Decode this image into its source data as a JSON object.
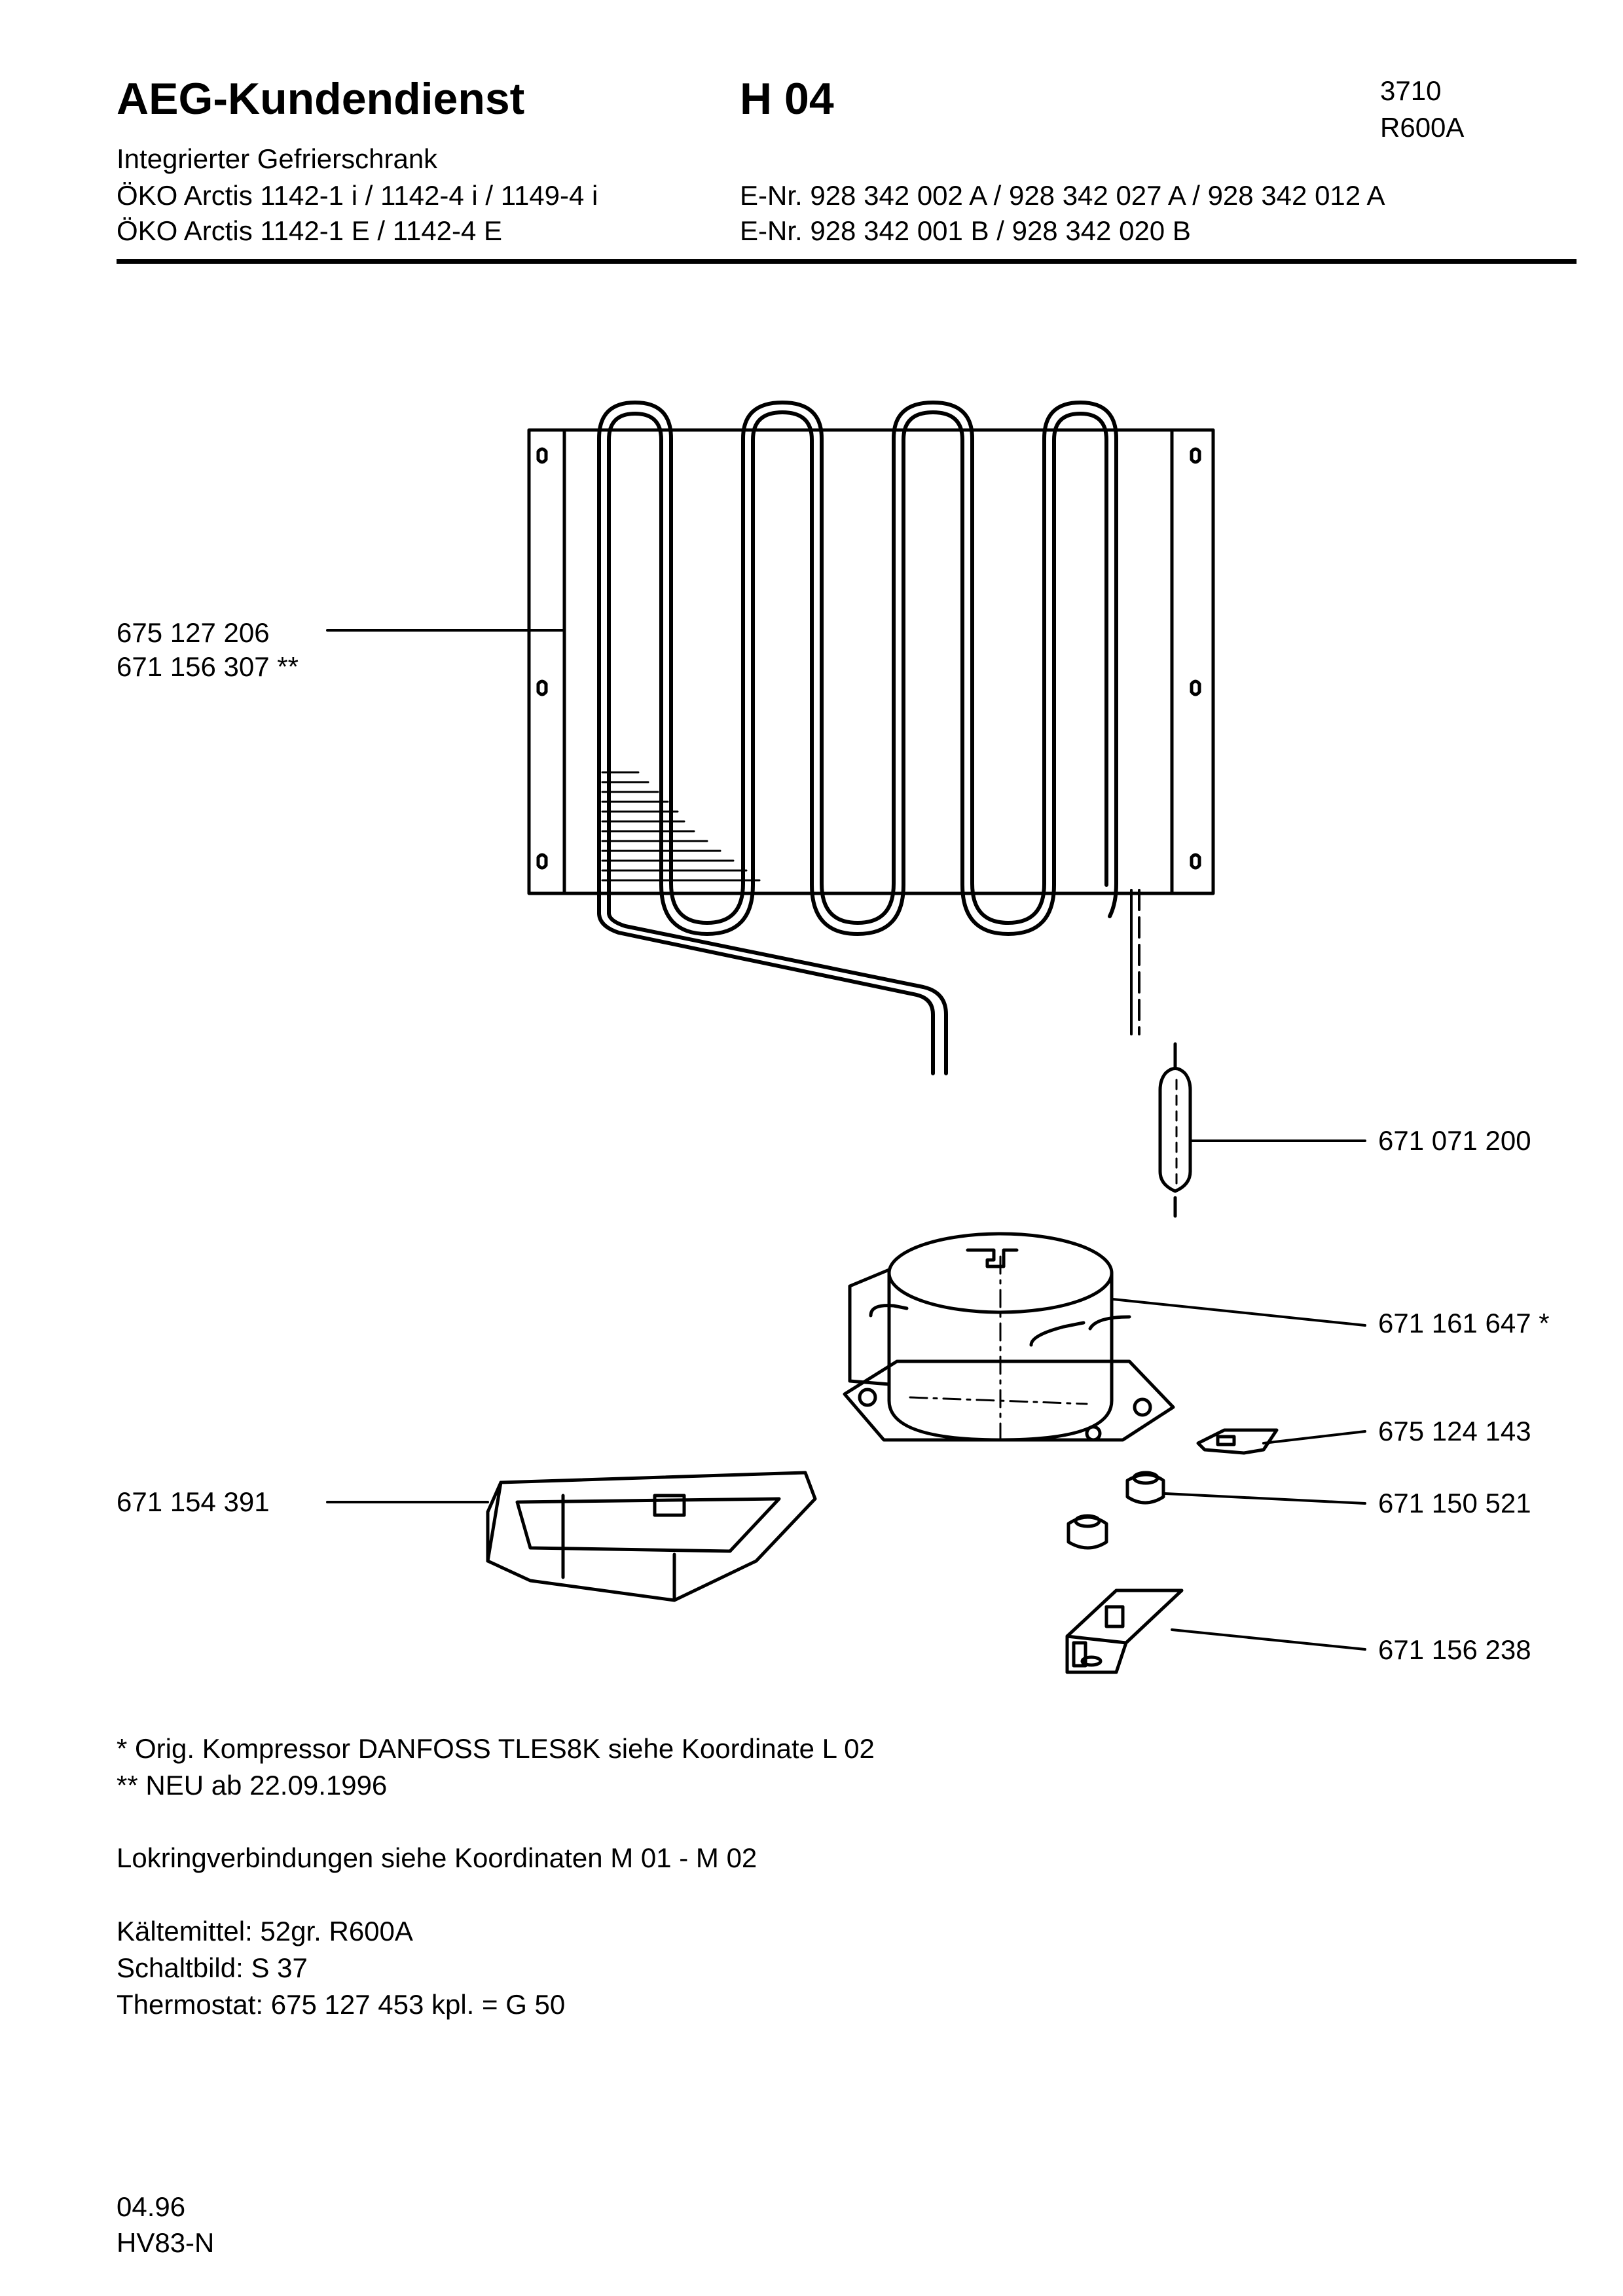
{
  "header": {
    "brand": "AEG-Kundendienst",
    "code": "H 04",
    "ref_number": "3710",
    "refrigerant": "R600A",
    "product_type": "Integrierter Gefrierschrank",
    "models_line1": "ÖKO Arctis 1142-1 i / 1142-4 i / 1149-4 i",
    "models_line2": "ÖKO Arctis 1142-1 E / 1142-4 E",
    "enr_line1": "E-Nr. 928 342 002  A / 928 342 027 A / 928 342 012 A",
    "enr_line2": "E-Nr. 928 342 001  B / 928 342 020 B"
  },
  "parts": {
    "evaporator_a": "675 127 206",
    "evaporator_b": "671 156 307 **",
    "dryer": "671 071 200",
    "compressor": "671 161 647 *",
    "clip": "675 124 143",
    "grommet": "671 150 521",
    "tray": "671 154 391",
    "bracket": "671 156 238"
  },
  "notes": {
    "note1": "*  Orig. Kompressor DANFOSS TLES8K siehe Koordinate L 02",
    "note2": "** NEU  ab 22.09.1996",
    "note3": "Lokringverbindungen siehe Koordinaten M 01 - M 02",
    "refrigerant_spec": "Kältemittel: 52gr. R600A",
    "circuit": "Schaltbild: S 37",
    "thermostat": "Thermostat: 675 127 453 kpl. = G 50"
  },
  "footer": {
    "date": "04.96",
    "doc_code": "HV83-N"
  }
}
